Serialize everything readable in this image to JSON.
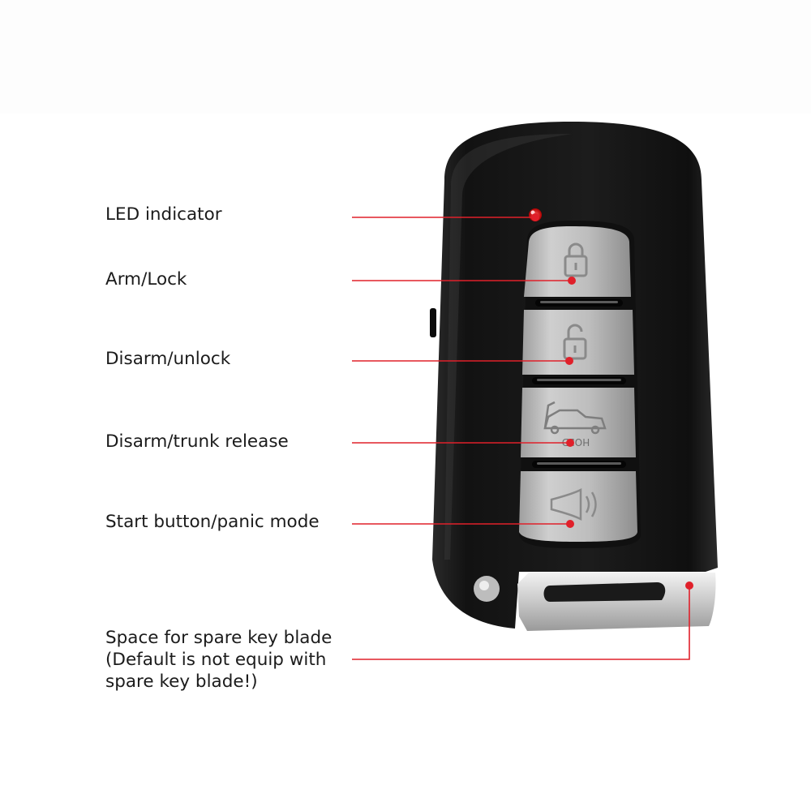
{
  "callouts": {
    "led_indicator": "LED indicator",
    "arm_lock": "Arm/Lock",
    "disarm_unlock": "Disarm/unlock",
    "disarm_trunk": "Disarm/trunk release",
    "start_panic": "Start button/panic mode",
    "spare_blade": "Space for spare key blade\n(Default is not equip with\nspare key blade!)"
  },
  "trunk_button_text": "HOLD",
  "colors": {
    "callout_red": "#e0202a",
    "fob_body": "#1a1a1a",
    "button_silver": "#b9b9b9",
    "label_text": "#1b1b1b"
  }
}
